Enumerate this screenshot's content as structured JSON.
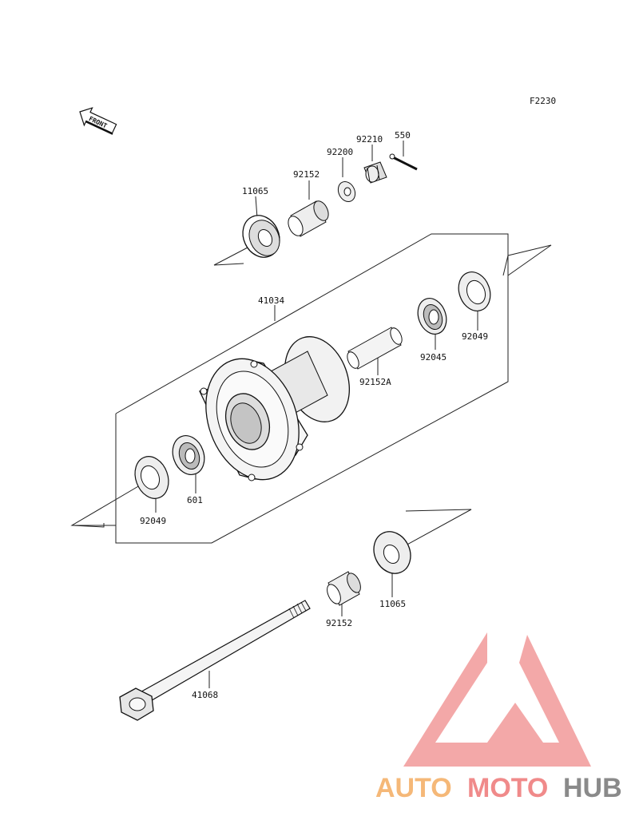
{
  "diagram": {
    "code": "F2230",
    "front_label": "FRONT",
    "parts": {
      "seal_upper": "11065",
      "collar_upper": "92152",
      "washer": "92200",
      "nut": "92210",
      "cotter_pin": "550",
      "hub": "41034",
      "bearing_right": "92045",
      "seal_right": "92049",
      "spacer": "92152A",
      "seal_left": "92049",
      "bearing_left": "601",
      "seal_lower": "11065",
      "collar_lower": "92152",
      "axle": "41068"
    }
  },
  "watermark": {
    "part1": "AUTO",
    "part2": "MOTO",
    "part3": "HUB",
    "colors": {
      "orange": "#f5b878",
      "red": "#f08a8a",
      "gray": "#8a8a8a"
    }
  }
}
